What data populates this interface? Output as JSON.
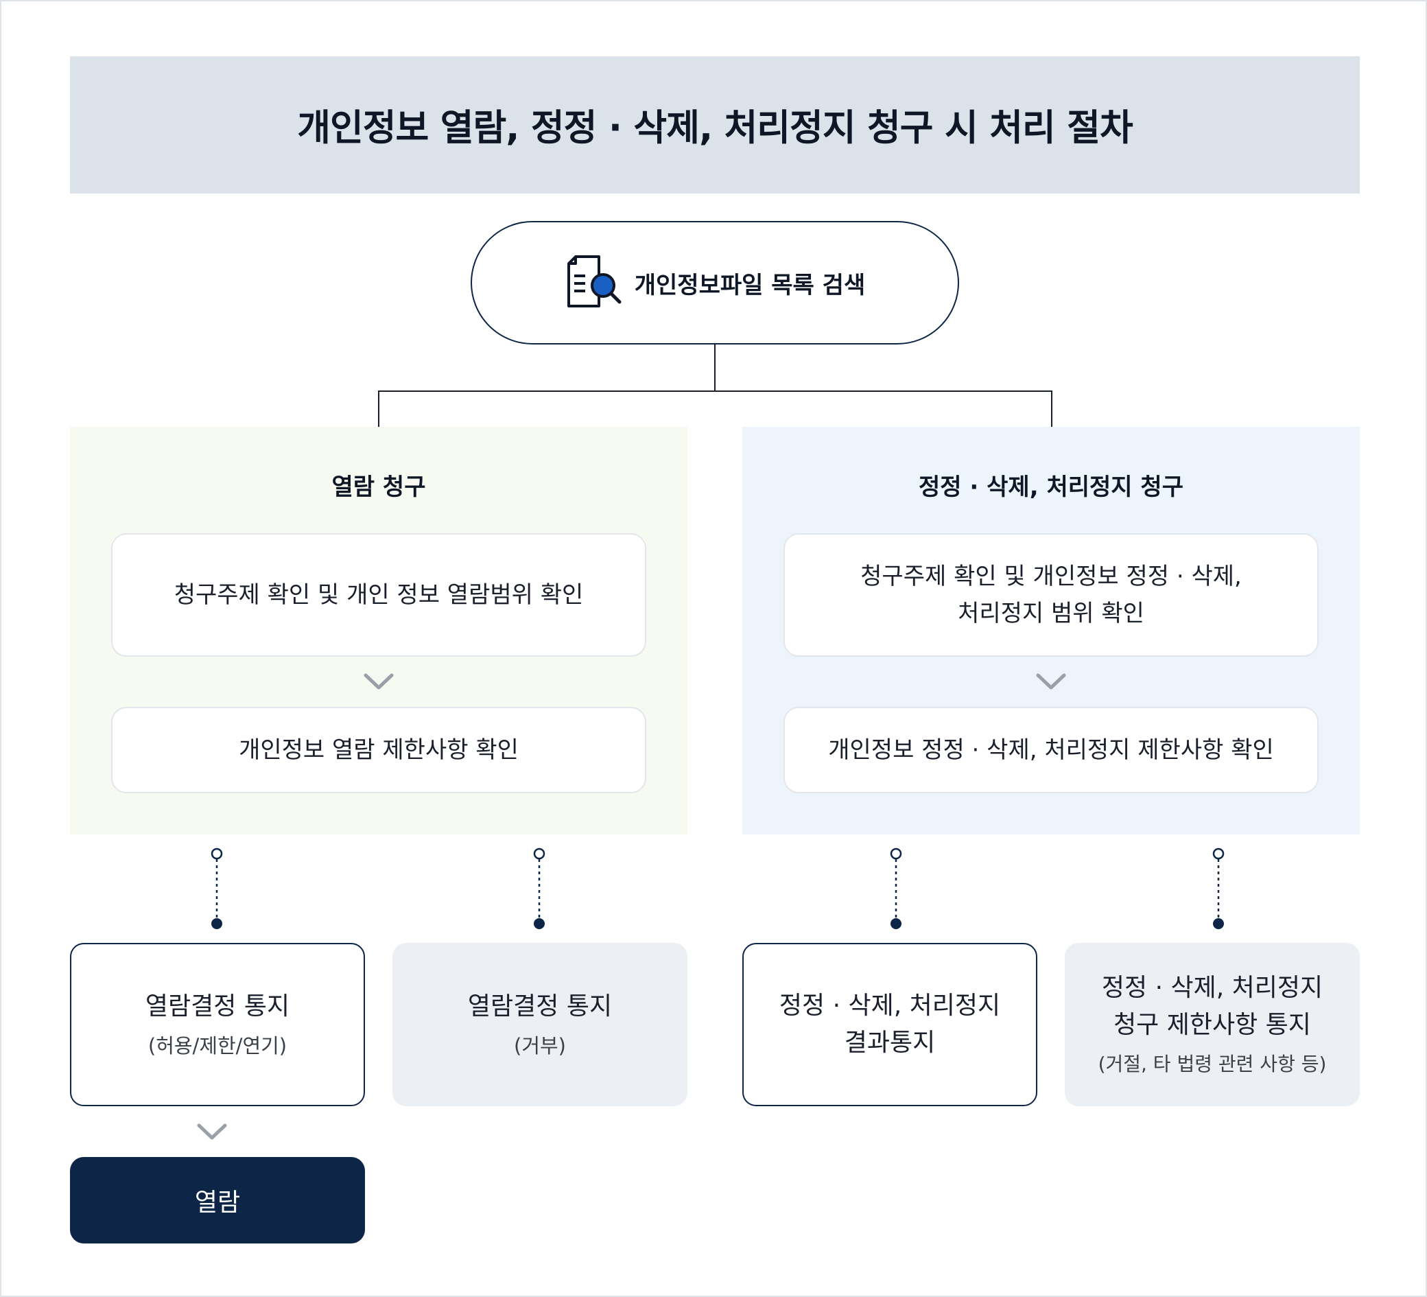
{
  "title": "개인정보 열람, 정정 · 삭제, 처리정지 청구 시 처리 절차",
  "search": {
    "label": "개인정보파일 목록 검색",
    "icon": "document-search-icon"
  },
  "left_panel": {
    "title": "열람 청구",
    "step1": "청구주제 확인 및 개인 정보 열람범위 확인",
    "step2": "개인정보 열람 제한사항 확인"
  },
  "right_panel": {
    "title": "정정 · 삭제, 처리정지 청구",
    "step1": "청구주제 확인 및 개인정보 정정 · 삭제,\n처리정지 범위 확인",
    "step2": "개인정보 정정 · 삭제, 처리정지 제한사항 확인"
  },
  "results": [
    {
      "main": "열람결정 통지",
      "sub": "(허용/제한/연기)"
    },
    {
      "main": "열람결정 통지",
      "sub": "(거부)"
    },
    {
      "main": "정정 · 삭제, 처리정지\n결과통지",
      "sub": ""
    },
    {
      "main": "정정 · 삭제, 처리정지\n청구 제한사항 통지",
      "sub": "(거절, 타 법령 관련 사항 등)"
    }
  ],
  "final": {
    "label": "열람"
  },
  "colors": {
    "navy": "#0d2547",
    "header_bg": "#dce2ea",
    "left_panel_bg": "#f7faf1",
    "right_panel_bg": "#edf4fc",
    "grey_box_bg": "#eceff3",
    "icon_accent": "#1a5fc4"
  }
}
